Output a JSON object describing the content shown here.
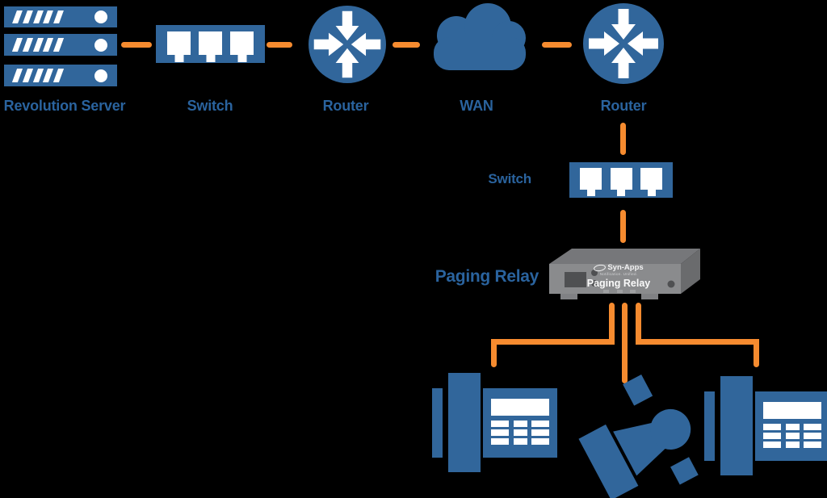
{
  "theme": {
    "bg": "#000000",
    "blue": "#31669B",
    "label_blue": "#2A639E",
    "orange": "#F68B2F",
    "device_front": "#8A8B8D",
    "device_top": "#76777A",
    "device_side": "#6A6B6D",
    "device_dark": "#4F5052",
    "device_feet": "#808184"
  },
  "diagram": {
    "nodes": {
      "server": {
        "label": "Revolution Server"
      },
      "switch_top": {
        "label": "Switch"
      },
      "router_left": {
        "label": "Router"
      },
      "wan": {
        "label": "WAN"
      },
      "router_right": {
        "label": "Router"
      },
      "switch_right": {
        "label": "Switch"
      },
      "paging_relay": {
        "label": "Paging Relay"
      }
    },
    "device": {
      "brand": "Syn-Apps",
      "tagline": "Notification. Unified.",
      "name": "Paging Relay"
    },
    "icons": {
      "server": "server-stack-icon",
      "switch": "ethernet-switch-icon",
      "router": "router-arrows-icon",
      "wan": "cloud-icon",
      "paging_relay": "paging-relay-device-icon",
      "phone": "desk-phone-icon",
      "horn": "horn-speaker-icon"
    },
    "edges": [
      {
        "from": "server",
        "to": "switch_top",
        "style": "dashed"
      },
      {
        "from": "switch_top",
        "to": "router_left",
        "style": "dashed"
      },
      {
        "from": "router_left",
        "to": "wan",
        "style": "dashed"
      },
      {
        "from": "wan",
        "to": "router_right",
        "style": "dashed"
      },
      {
        "from": "router_right",
        "to": "switch_right",
        "style": "solid"
      },
      {
        "from": "switch_right",
        "to": "paging_relay",
        "style": "solid"
      },
      {
        "from": "paging_relay",
        "to": "phone_left",
        "style": "solid"
      },
      {
        "from": "paging_relay",
        "to": "horn_speaker",
        "style": "solid"
      },
      {
        "from": "paging_relay",
        "to": "phone_right",
        "style": "solid"
      }
    ]
  }
}
